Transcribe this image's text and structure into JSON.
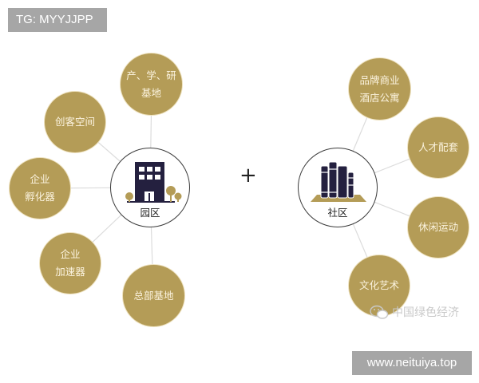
{
  "badges": {
    "top_left": "TG: MYYJJPP",
    "bottom_right": "www.neituiya.top"
  },
  "colors": {
    "gold": "#b49c57",
    "navy": "#24203f",
    "hub_border": "#3a3a3a",
    "connector": "#dcdcdc",
    "badge_bg": "#a6a6a6"
  },
  "operator": "+",
  "left_hub": {
    "label": "园区",
    "icon": "office-building-icon",
    "nodes": [
      {
        "line1": "产、学、研",
        "line2": "基地"
      },
      {
        "line1": "创客空间",
        "line2": ""
      },
      {
        "line1": "企业",
        "line2": "孵化器"
      },
      {
        "line1": "企业",
        "line2": "加速器"
      },
      {
        "line1": "总部基地",
        "line2": ""
      }
    ]
  },
  "right_hub": {
    "label": "社区",
    "icon": "books-icon",
    "nodes": [
      {
        "line1": "品牌商业",
        "line2": "酒店公寓"
      },
      {
        "line1": "人才配套",
        "line2": ""
      },
      {
        "line1": "休闲运动",
        "line2": ""
      },
      {
        "line1": "文化艺术",
        "line2": ""
      }
    ]
  },
  "watermark": {
    "icon": "wechat-icon",
    "text": "中国绿色经济"
  }
}
